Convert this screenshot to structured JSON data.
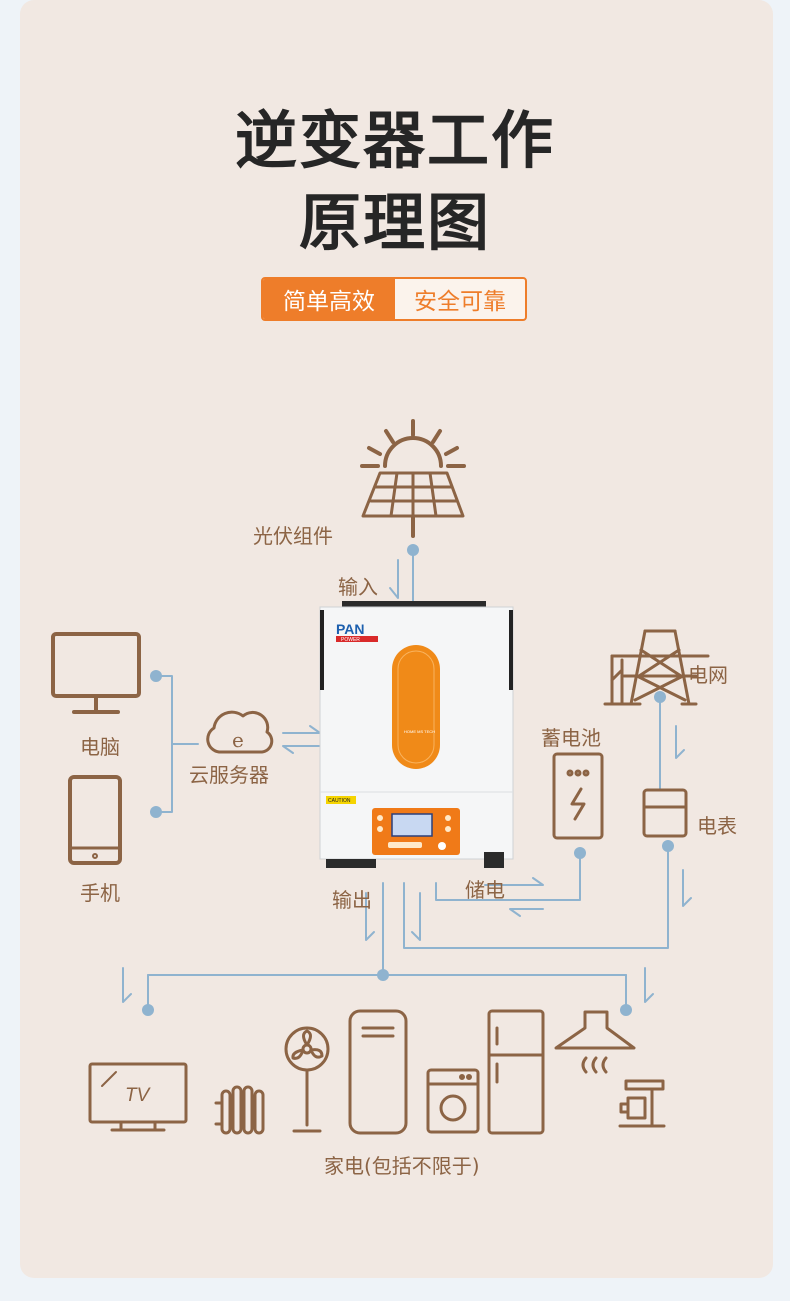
{
  "header": {
    "title_line1": "逆变器工作",
    "title_line2": "原理图",
    "tag_primary": "简单高效",
    "tag_secondary": "安全可靠"
  },
  "labels": {
    "pv": "光伏组件",
    "input": "输入",
    "computer": "电脑",
    "cloud": "云服务器",
    "phone": "手机",
    "grid": "电网",
    "battery": "蓄电池",
    "meter": "电表",
    "output": "输出",
    "storage": "储电",
    "appliances": "家电(包括不限于)"
  },
  "inverter": {
    "brand": "PAN",
    "brand_sub": "POWER",
    "panel_text": "HOME MS TECH",
    "caution": "CAUTION"
  },
  "icons": {
    "tv_text": "TV"
  },
  "colors": {
    "background": "#f1e8e2",
    "icon": "#8c6445",
    "accent": "#ee7d2a",
    "line": "#8fb3cf"
  }
}
